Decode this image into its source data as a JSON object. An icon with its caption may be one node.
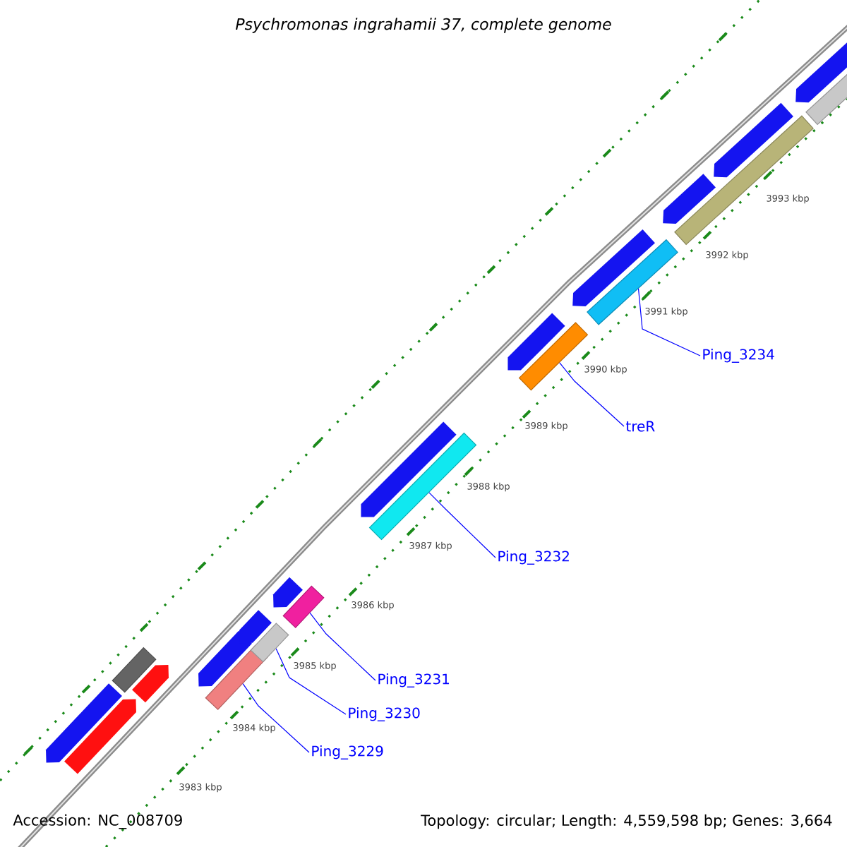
{
  "diagram": {
    "title": "Psychromonas ingrahamii 37, complete genome",
    "nodes": [
      {
        "text": [
          "Ping_3229"
        ]
      },
      {
        "text": [
          "Ping_3230"
        ]
      },
      {
        "text": [
          "Ping_3231"
        ]
      },
      {
        "text": [
          "Ping_3232"
        ]
      },
      {
        "text": [
          "treR"
        ]
      },
      {
        "text": [
          "Ping_3234"
        ]
      },
      {
        "text": [],
        "shape": "pentagon"
      },
      {
        "text": [],
        "shape": "pentagon"
      },
      {
        "text": [],
        "shape": "bar"
      },
      {
        "text": [],
        "shape": "pentagon"
      },
      {
        "text": [],
        "shape": "pentagon"
      },
      {
        "text": [],
        "shape": "bar"
      },
      {
        "text": [],
        "shape": "pentagon"
      },
      {
        "text": [],
        "shape": "bar"
      },
      {
        "text": [],
        "shape": "pentagon"
      },
      {
        "text": [],
        "shape": "bar"
      },
      {
        "text": [],
        "shape": "pentagon"
      },
      {
        "text": [],
        "shape": "bar"
      },
      {
        "text": [],
        "shape": "pentagon"
      },
      {
        "text": [],
        "shape": "bar"
      },
      {
        "text": [],
        "shape": "pentagon"
      },
      {
        "text": [],
        "shape": "bar"
      },
      {
        "text": [],
        "shape": "pentagon"
      },
      {
        "text": [],
        "shape": "bar"
      },
      {
        "text": [],
        "shape": "pentagon"
      },
      {
        "text": [],
        "shape": "pentagon"
      },
      {
        "text": [],
        "shape": "bar"
      }
    ],
    "edges": [
      {
        "from": 0,
        "to": 11,
        "arrow": "none"
      },
      {
        "from": 1,
        "to": 13,
        "arrow": "none"
      },
      {
        "from": 2,
        "to": 15,
        "arrow": "none"
      },
      {
        "from": 3,
        "to": 17,
        "arrow": "none"
      },
      {
        "from": 4,
        "to": 19,
        "arrow": "none"
      },
      {
        "from": 5,
        "to": 21,
        "arrow": "none"
      }
    ],
    "labels": [
      "3983 kbp",
      "3984 kbp",
      "3985 kbp",
      "3986 kbp",
      "3987 kbp",
      "3988 kbp",
      "3989 kbp",
      "3990 kbp",
      "3991 kbp",
      "3992 kbp",
      "3993 kbp",
      "Accession: NC_008709",
      "Topology: circular; Length: 4,559,598 bp; Genes: 3,664"
    ]
  }
}
